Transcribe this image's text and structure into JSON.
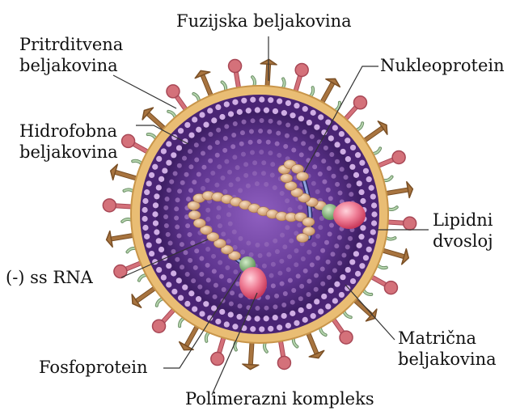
{
  "labels": {
    "fusion": "Fuzijska beljakovina",
    "attachment": [
      "Pritrditvena",
      "beljakovina"
    ],
    "nucleoprotein": "Nukleoprotein",
    "hydrophobic": [
      "Hidrofobna",
      "beljakovina"
    ],
    "lipid": [
      "Lipidni",
      "dvosloj"
    ],
    "rna": "(-) ss RNA",
    "matrix": [
      "Matrična",
      "beljakovina"
    ],
    "phospho": "Fosfoprotein",
    "polymerase": "Polimerazni kompleks"
  },
  "colors": {
    "envelope": "#e9bd74",
    "interior": "#5f3590",
    "matrix_dots": "#c9a4dd",
    "spike_attachment": "#a8743f",
    "spike_fusion": "#d4717a",
    "spike_hydrophobic": "#9bbf95",
    "nucleoprotein": "#e6bd95",
    "rna": "#7c8fc9",
    "phosphoprotein": "#86b37d",
    "polymerase": "#e8607a"
  }
}
